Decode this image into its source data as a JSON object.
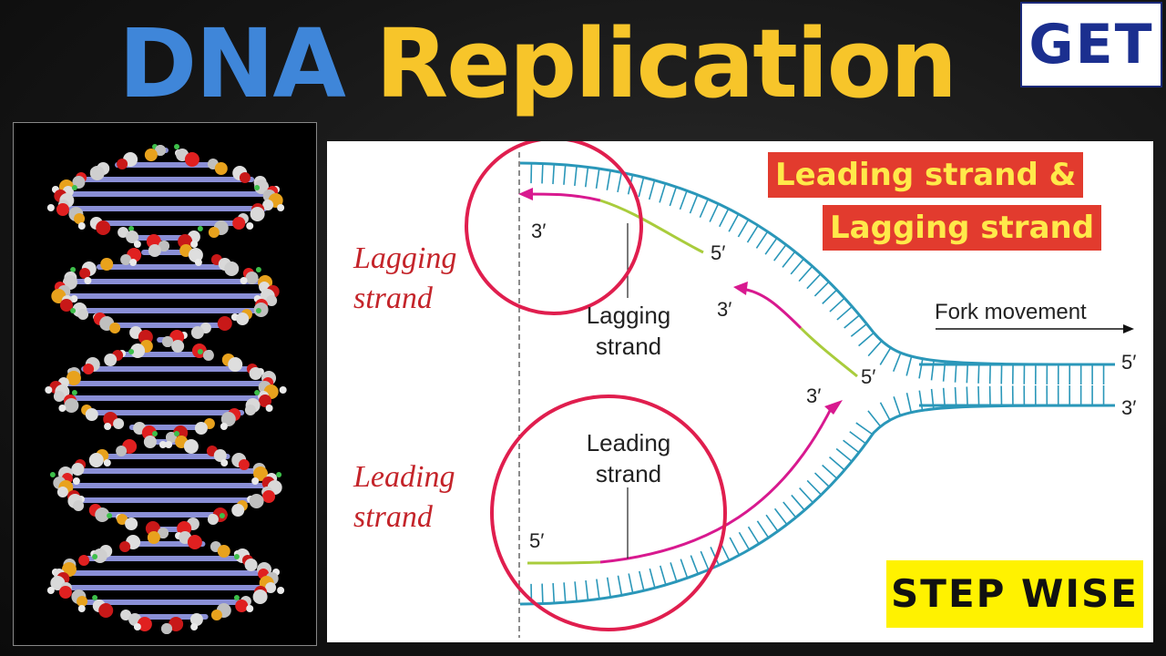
{
  "title": {
    "word1": "DNA",
    "word2": "Replication"
  },
  "logo": {
    "text": "GET"
  },
  "diagram": {
    "banner_line1": "Leading strand &",
    "banner_line2": "Lagging strand",
    "lagging_label_italic": [
      "Lagging",
      "strand"
    ],
    "leading_label_italic": [
      "Leading",
      "strand"
    ],
    "lagging_callout": [
      "Lagging",
      "strand"
    ],
    "leading_callout": [
      "Leading",
      "strand"
    ],
    "fork_movement": "Fork movement",
    "prime_labels": {
      "top_fragment_3": "3′",
      "top_fragment_5": "5′",
      "mid_fragment_3": "3′",
      "mid_fragment_5": "5′",
      "leading_3": "3′",
      "leading_5": "5′",
      "right_top_5": "5′",
      "right_bottom_3": "3′"
    },
    "step_wise": "STEP WISE"
  },
  "colors": {
    "title_blue": "#3f86d9",
    "title_yellow": "#f7c52a",
    "template_strand": "#2a97b9",
    "new_strand": "#d8198f",
    "primer": "#a9cc3c",
    "circle": "#e01e4e",
    "banner_bg": "#e23b2e",
    "banner_text": "#ffe94a",
    "step_bg": "#fff200"
  }
}
